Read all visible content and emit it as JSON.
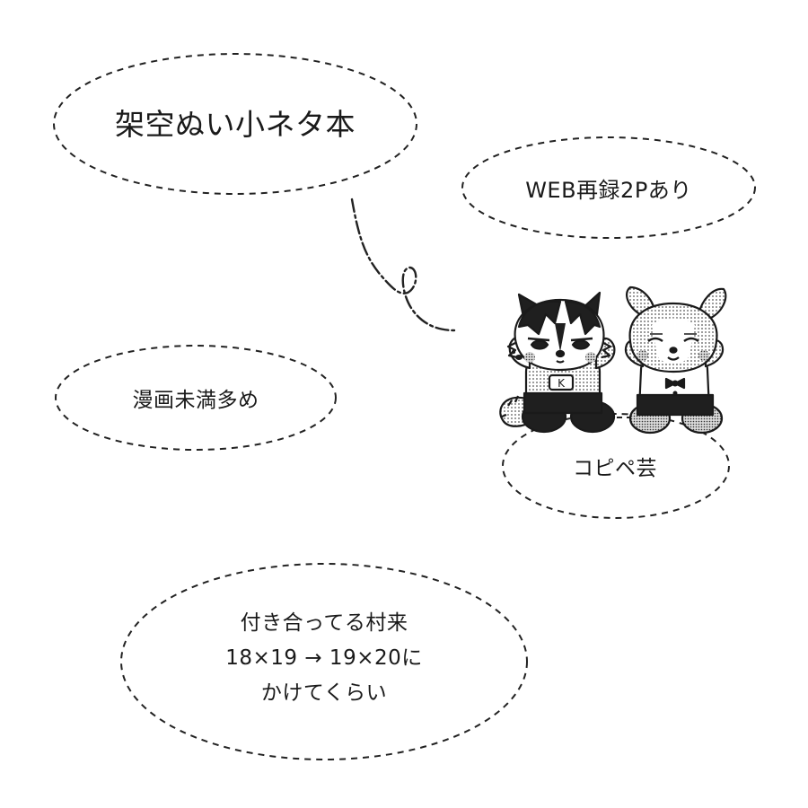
{
  "bubbles": {
    "title": "架空ぬい小ネタ本",
    "web_rerecord": "WEB再録2Pあり",
    "manga_less": "漫画未満多め",
    "copy_paste": "コピペ芸",
    "couple_lines": [
      "付き合ってる村来",
      "18×19 → 19×20に",
      "かけてくらい"
    ]
  },
  "illustration": {
    "subject": "two plush characters seated side by side: a dark-furred wolf and a light-furred deer",
    "badge_text": "K",
    "colors": {
      "ink": "#1a1a1a",
      "tone": "#8c8c8c",
      "paper": "#ffffff"
    }
  }
}
